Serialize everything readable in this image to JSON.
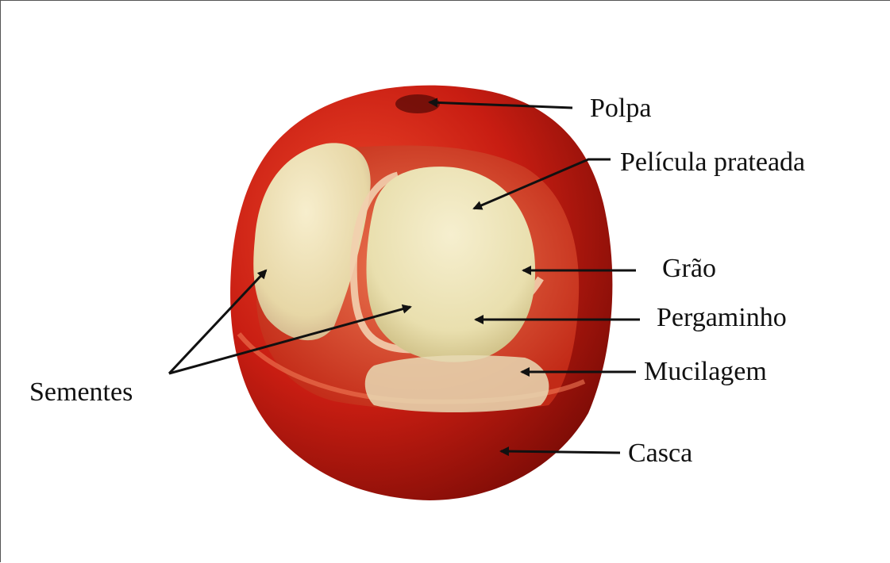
{
  "labels": {
    "polpa": "Polpa",
    "pelicula": "Película prateada",
    "grao": "Grão",
    "pergaminho": "Pergaminho",
    "mucilagem": "Mucilagem",
    "casca": "Casca",
    "sementes": "Sementes"
  },
  "colors": {
    "skin": "#c81d12",
    "skin_dark": "#8e1009",
    "flesh": "#d9442c",
    "bean": "#efe6bf",
    "bean_shadow": "#d8c98f",
    "parchment": "#f3d3b5",
    "ink": "#111111",
    "background": "#ffffff"
  }
}
